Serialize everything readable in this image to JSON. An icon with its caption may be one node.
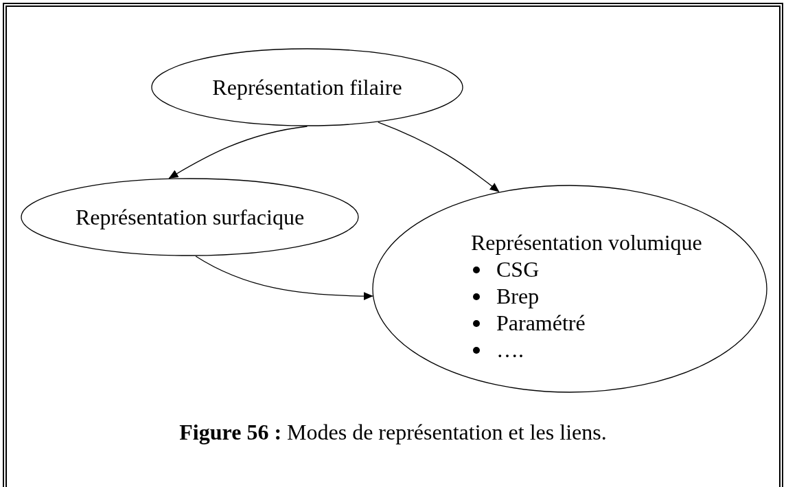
{
  "diagram": {
    "nodes": [
      {
        "text": [
          "Représentation filaire"
        ]
      },
      {
        "text": [
          "Représentation surfacique"
        ]
      },
      {
        "text": [
          "Représentation volumique",
          "CSG",
          "Brep",
          "Paramétré",
          "…."
        ]
      }
    ],
    "edges": [
      {
        "from": 0,
        "to": 1,
        "arrow": "to"
      },
      {
        "from": 0,
        "to": 2,
        "arrow": "to"
      },
      {
        "from": 1,
        "to": 2,
        "arrow": "to"
      }
    ],
    "caption": "**Figure 56 :** Modes de représentation et les liens."
  }
}
